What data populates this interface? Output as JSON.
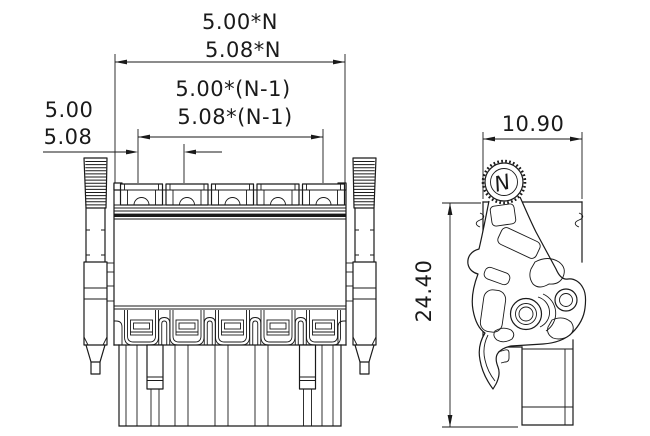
{
  "colors": {
    "ink": "#1a1a1a",
    "background": "#ffffff"
  },
  "front_view": {
    "visible_positions": 5,
    "dim_width_total_line1": "5.00*N",
    "dim_width_total_line2": "5.08*N",
    "dim_span_line1": "5.00*(N-1)",
    "dim_span_line2": "5.08*(N-1)",
    "dim_pitch_line1": "5.00",
    "dim_pitch_line2": "5.08"
  },
  "side_view": {
    "dim_width": "10.90",
    "dim_height": "24.40",
    "lever_logo_letter": "N"
  }
}
